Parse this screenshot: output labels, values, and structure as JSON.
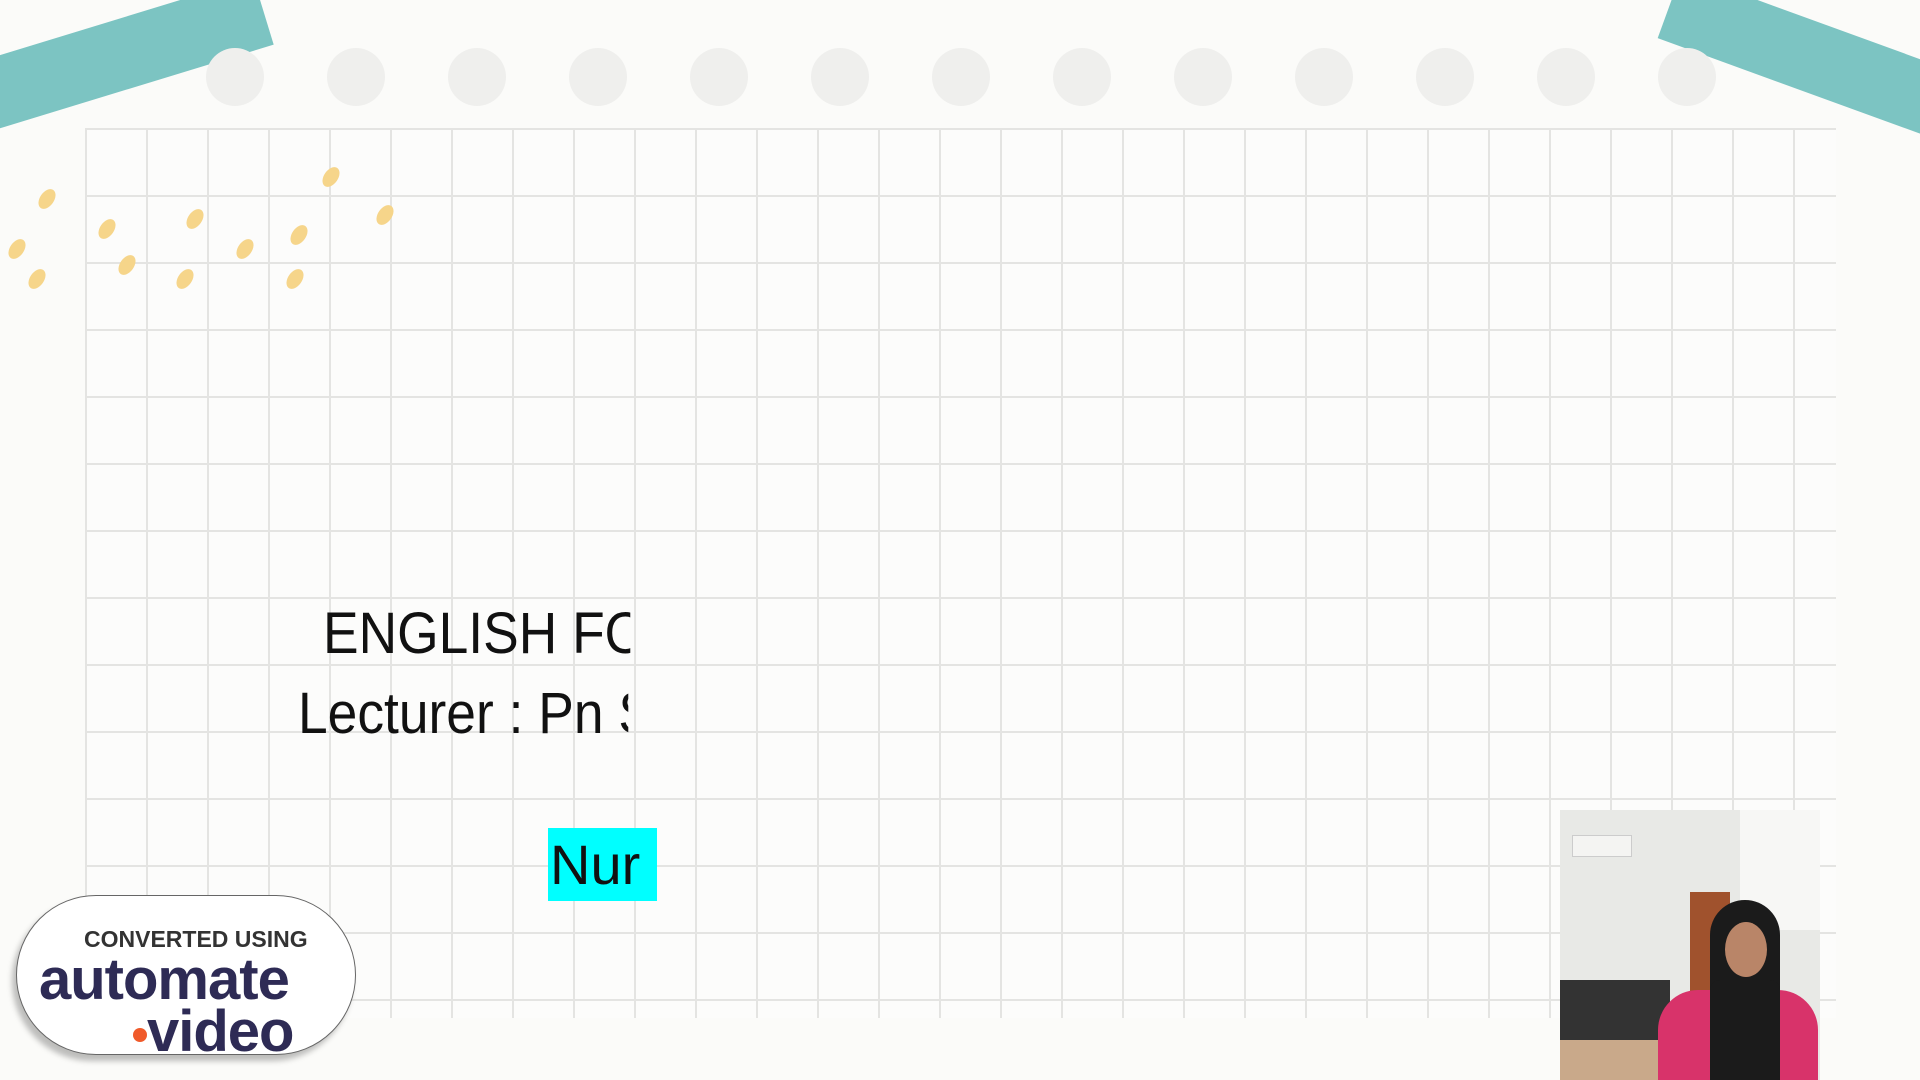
{
  "slide": {
    "title": "ENGLISH FOF",
    "lecturer": "Lecturer : Pn Si",
    "name_highlight": "Nur (",
    "highlight_color": "#00ffff",
    "tape_color": "#7cc4c2"
  },
  "watermark": {
    "line1": "CONVERTED USING",
    "line2": "automate",
    "line3": "video",
    "dot_color": "#f05a2a",
    "text_color": "#2e2b55"
  },
  "webcam": {
    "label": "presenter-video"
  }
}
